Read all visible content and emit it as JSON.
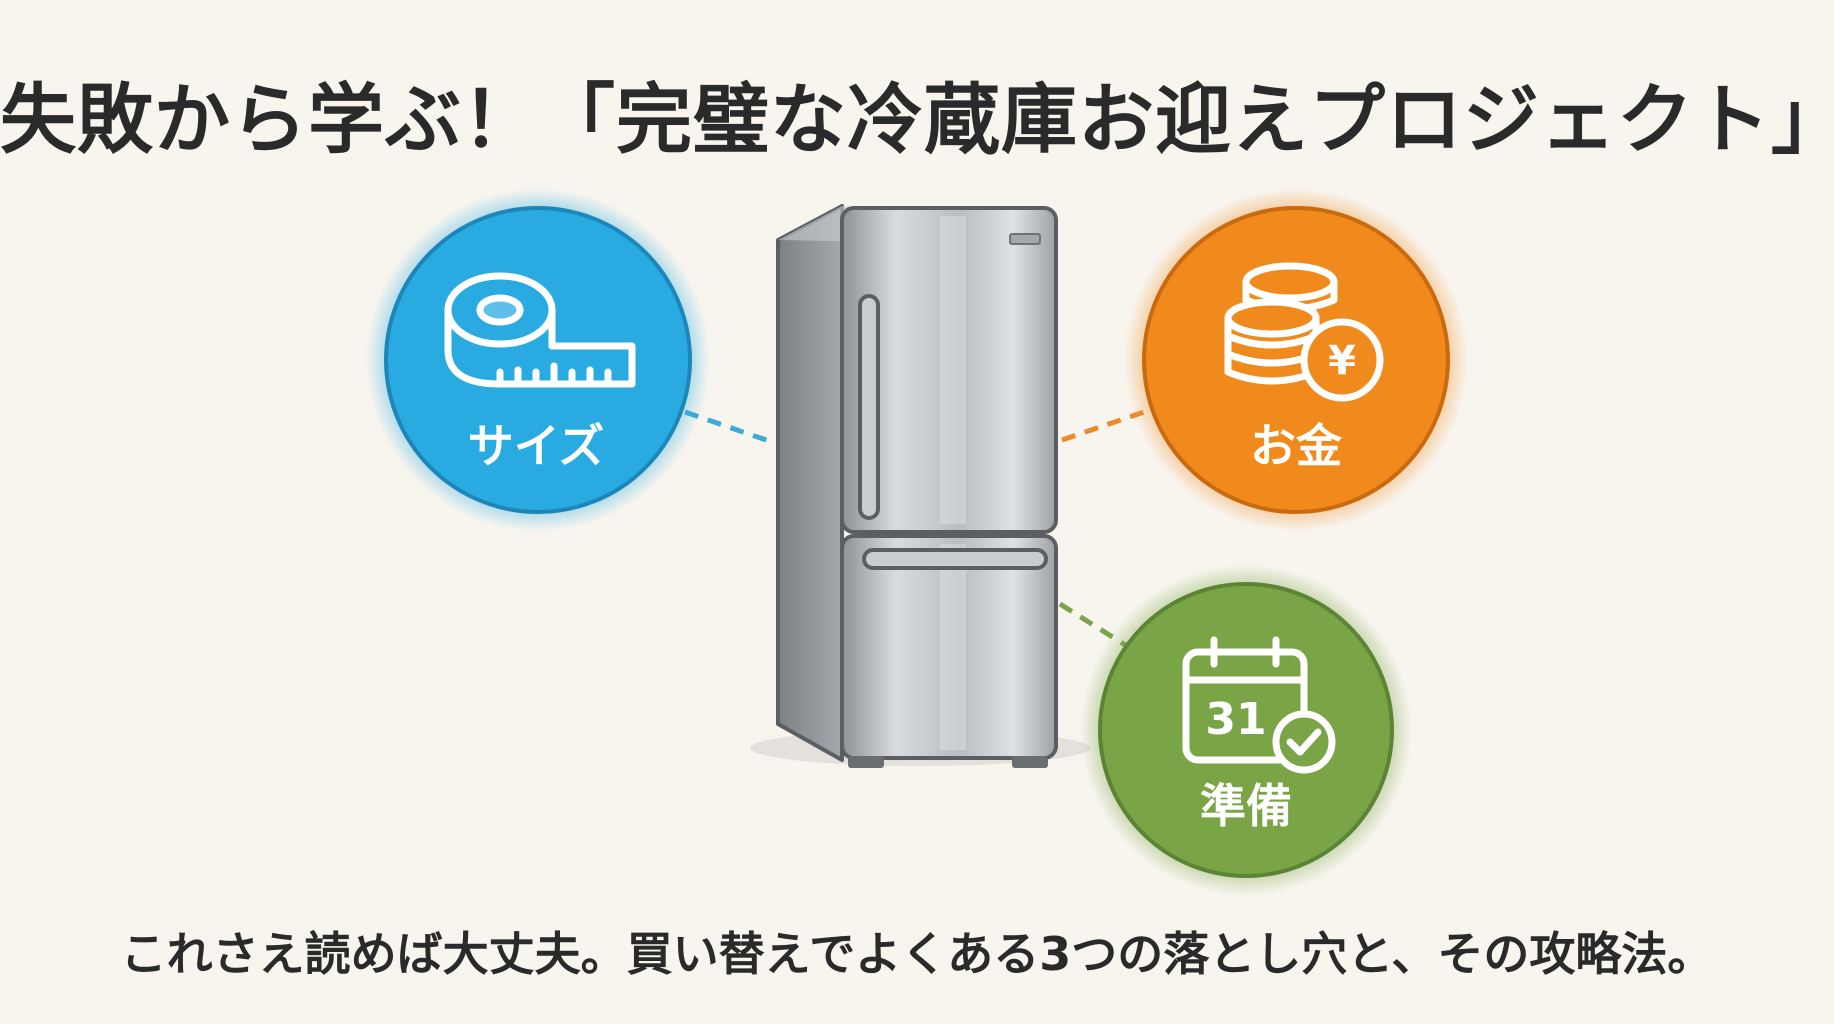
{
  "title": "失敗から学ぶ！「完璧な冷蔵庫お迎えプロジェクト」",
  "subtitle": "これさえ読めば大丈夫。買い替えでよくある3つの落とし穴と、その攻略法。",
  "nodes": [
    {
      "label": "サイズ",
      "color": "#29abe2",
      "icon": "tape-measure-icon"
    },
    {
      "label": "お金",
      "color": "#f08a1c",
      "icon": "coins-yen-icon"
    },
    {
      "label": "準備",
      "color": "#79a546",
      "icon": "calendar-check-icon"
    }
  ],
  "center_icon": "refrigerator-icon",
  "calendar_day": "31",
  "yen_symbol": "¥"
}
